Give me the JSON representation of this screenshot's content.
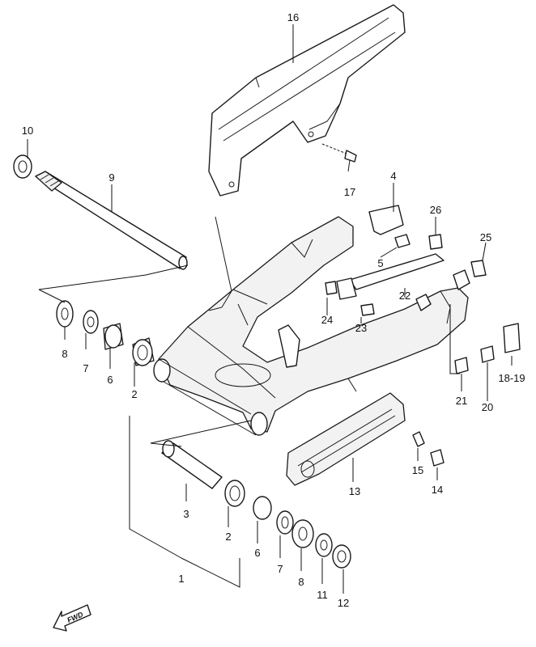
{
  "callouts": {
    "p1": "1",
    "p2a": "2",
    "p2b": "2",
    "p3": "3",
    "p4": "4",
    "p5": "5",
    "p6a": "6",
    "p6b": "6",
    "p7a": "7",
    "p7b": "7",
    "p8a": "8",
    "p8b": "8",
    "p9": "9",
    "p10": "10",
    "p11": "11",
    "p12": "12",
    "p13": "13",
    "p14": "14",
    "p15": "15",
    "p16": "16",
    "p17": "17",
    "p1819": "18-19",
    "p20": "20",
    "p21": "21",
    "p22": "22",
    "p23": "23",
    "p24": "24",
    "p25": "25",
    "p26": "26"
  },
  "direction_marker": {
    "label": "FWD",
    "icon": "forward-arrow-icon"
  }
}
